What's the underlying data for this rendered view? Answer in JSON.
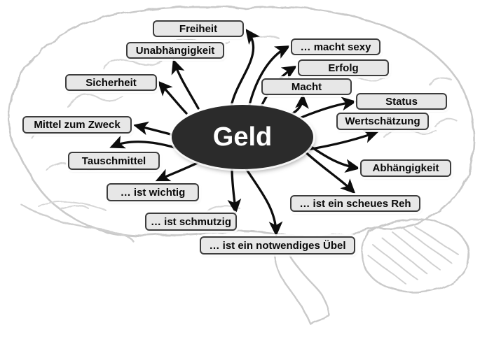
{
  "title": "Geld Mind-Map",
  "center": {
    "label": "Geld"
  },
  "colors": {
    "node-fill": "#e7e7e7",
    "node-border": "#3d3d3d",
    "center-fill": "#2b2b2b",
    "center-text": "#ffffff",
    "arrow": "#0d0d0d",
    "brain-sketch": "#b4b4b4",
    "brain-sketch-light": "#c6c6c6"
  },
  "nodes": [
    {
      "id": "freiheit",
      "label": "Freiheit"
    },
    {
      "id": "unabhaengigkeit",
      "label": "Unabhängigkeit"
    },
    {
      "id": "sicherheit",
      "label": "Sicherheit"
    },
    {
      "id": "mittelzumzweck",
      "label": "Mittel zum Zweck"
    },
    {
      "id": "tauschmittel",
      "label": "Tauschmittel"
    },
    {
      "id": "istwichtig",
      "label": "… ist wichtig"
    },
    {
      "id": "istschmutzig",
      "label": "… ist schmutzig"
    },
    {
      "id": "uebel",
      "label": "… ist ein notwendiges Übel"
    },
    {
      "id": "machtsexy",
      "label": "… macht sexy"
    },
    {
      "id": "erfolg",
      "label": "Erfolg"
    },
    {
      "id": "macht",
      "label": "Macht"
    },
    {
      "id": "status",
      "label": "Status"
    },
    {
      "id": "wertschaetzung",
      "label": "Wertschätzung"
    },
    {
      "id": "abhaengigkeit",
      "label": "Abhängigkeit"
    },
    {
      "id": "scheuesreh",
      "label": "… ist ein scheues Reh"
    }
  ]
}
